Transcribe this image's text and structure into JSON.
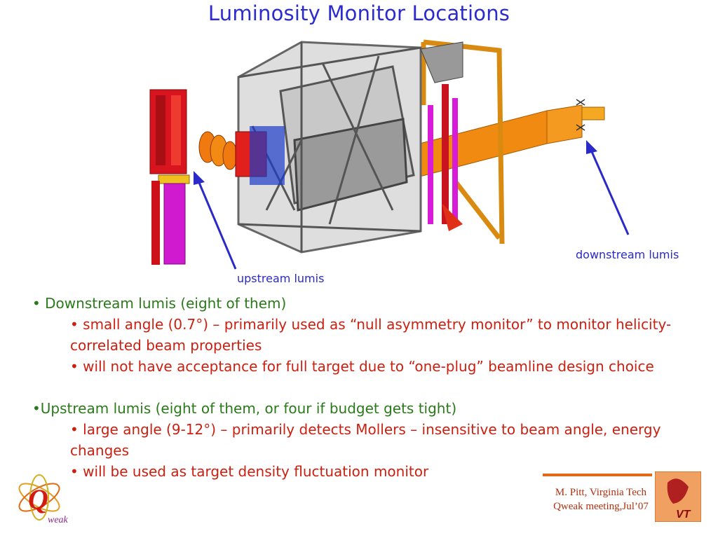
{
  "title": "Luminosity Monitor Locations",
  "labels": {
    "upstream": "upstream lumis",
    "downstream": "downstream lumis"
  },
  "bullets": [
    {
      "level": 1,
      "text": "• Downstream lumis (eight of them)"
    },
    {
      "level": 2,
      "text": "• small angle (0.7°) – primarily used as “null asymmetry monitor” to monitor helicity-correlated beam properties"
    },
    {
      "level": 2,
      "text": "• will not have acceptance for full target due to “one-plug” beamline design choice"
    },
    {
      "level": 1,
      "text": "•Upstream lumis (eight of them, or four if budget gets tight)"
    },
    {
      "level": 2,
      "text": "• large angle (9-12°) – primarily detects Mollers – insensitive to beam angle, energy changes"
    },
    {
      "level": 2,
      "text": "• will be used as target density fluctuation monitor"
    }
  ],
  "credit": {
    "line1": "M. Pitt, Virginia Tech",
    "line2": "Qweak meeting,Jul’07"
  },
  "logos": {
    "left_text": "weak",
    "right_text": "VT"
  },
  "colors": {
    "title": "#2b2bd0",
    "level1": "#2a7a1a",
    "level2": "#cc1f10",
    "accent": "#e06a1a"
  }
}
